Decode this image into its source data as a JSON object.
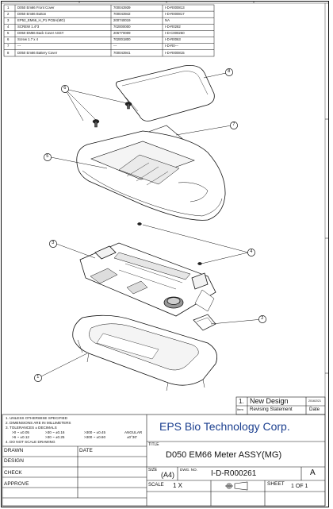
{
  "bom": {
    "rows": [
      {
        "no": "1",
        "name": "D050 Em66 Front Cover",
        "part": "700043939",
        "doc": "I-D-R000813"
      },
      {
        "no": "2",
        "name": "D050 Em66 Button",
        "part": "700043942",
        "doc": "I-D-R000817"
      },
      {
        "no": "3",
        "name": "EP52_EM66_H_P1 PCBA(MG)",
        "part": "200740019",
        "doc": "NA"
      },
      {
        "no": "4",
        "name": "SCREW 1.4*3",
        "part": "702000000",
        "doc": "I-D-R0282"
      },
      {
        "no": "5",
        "name": "D050 EM66 Back Cover ASSY",
        "part": "206770009",
        "doc": "I-D-C000260"
      },
      {
        "no": "6",
        "name": "Screw 1.7 x 4",
        "part": "702001800",
        "doc": "I-D-R0063"
      },
      {
        "no": "7",
        "name": "---",
        "part": "---",
        "doc": "I-D-R0---"
      },
      {
        "no": "8",
        "name": "D050 Em66 Battery Cover",
        "part": "700043941",
        "doc": "I-D-R000815"
      }
    ]
  },
  "balloons": [
    "1",
    "2",
    "3",
    "4",
    "5",
    "6",
    "7",
    "8"
  ],
  "revision": {
    "number": "1.",
    "description": "New Design",
    "date": "2016/2/21",
    "header_item": "Item",
    "header_statement": "Revising Statement",
    "header_date": "Date"
  },
  "notes": {
    "line1": "1. UNLESS OTHERWISE SPECIFIED",
    "line2": "2. DIMENSIONS ARE IN MILLIMETERS",
    "line3": "3. TOLERANCES ± DECIMALS",
    "tol_a1": ">0 ~ ±0.05",
    "tol_a2": ">6 ~ ±0.12",
    "tol_b1": ">30 ~ ±0.16",
    "tol_b2": ">30 ~ ±0.25",
    "tol_c1": ">300 ~ ±0.45",
    "tol_c2": ">300 ~ ±0.60",
    "tol_angular_label": "ANGULAR",
    "tol_angular_value": "±0°30'",
    "line4": "4. DO NOT SCALE DRAWING"
  },
  "title_block": {
    "company": "EPS Bio Technology Corp.",
    "title_label": "TITLE",
    "title": "D050 EM66 Meter ASSY(MG)",
    "size_label": "SIZE",
    "size_value": "(A4)",
    "dwg_label": "DWG. NO.",
    "dwg_no": "I-D-R000261",
    "rev": "A",
    "scale_label": "SCALE",
    "scale_value": "1  X",
    "sheet_label": "SHEET",
    "sheet_value": "1  OF  1",
    "drawn": "DRAWN",
    "design": "DESIGN",
    "check": "CHECK",
    "approve": "APPROVE",
    "date_label": "DATE"
  },
  "colors": {
    "line": "#111111",
    "company": "#1b3f8f",
    "ink": "#222222"
  }
}
